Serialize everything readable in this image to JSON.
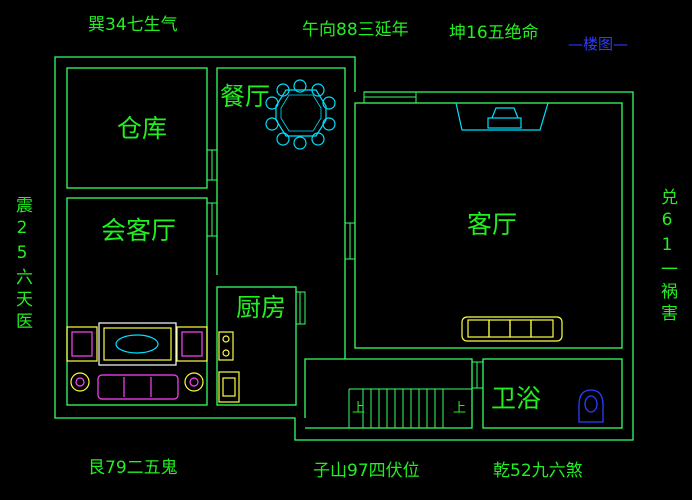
{
  "compass": {
    "top_left": "巽34七生气",
    "top_center": "午向88三延年",
    "top_right": "坤16五绝命",
    "left": "震25六天医",
    "right": "兑61一祸害",
    "bottom_left": "艮79二五鬼",
    "bottom_center": "子山97四伏位",
    "bottom_right": "乾52九六煞"
  },
  "tag": "—楼图—",
  "rooms": {
    "dining": "餐厅",
    "storage": "仓库",
    "reception": "会客厅",
    "living": "客厅",
    "kitchen": "厨房",
    "bath": "卫浴"
  },
  "stair_marks": [
    "上",
    "上"
  ],
  "colors": {
    "wall": "#33ff66",
    "text": "#22ee22",
    "fixture": "#00e0ff",
    "sofa": "#ffff44",
    "sofa_alt": "#ff44ff",
    "toilet": "#2f3cff"
  }
}
